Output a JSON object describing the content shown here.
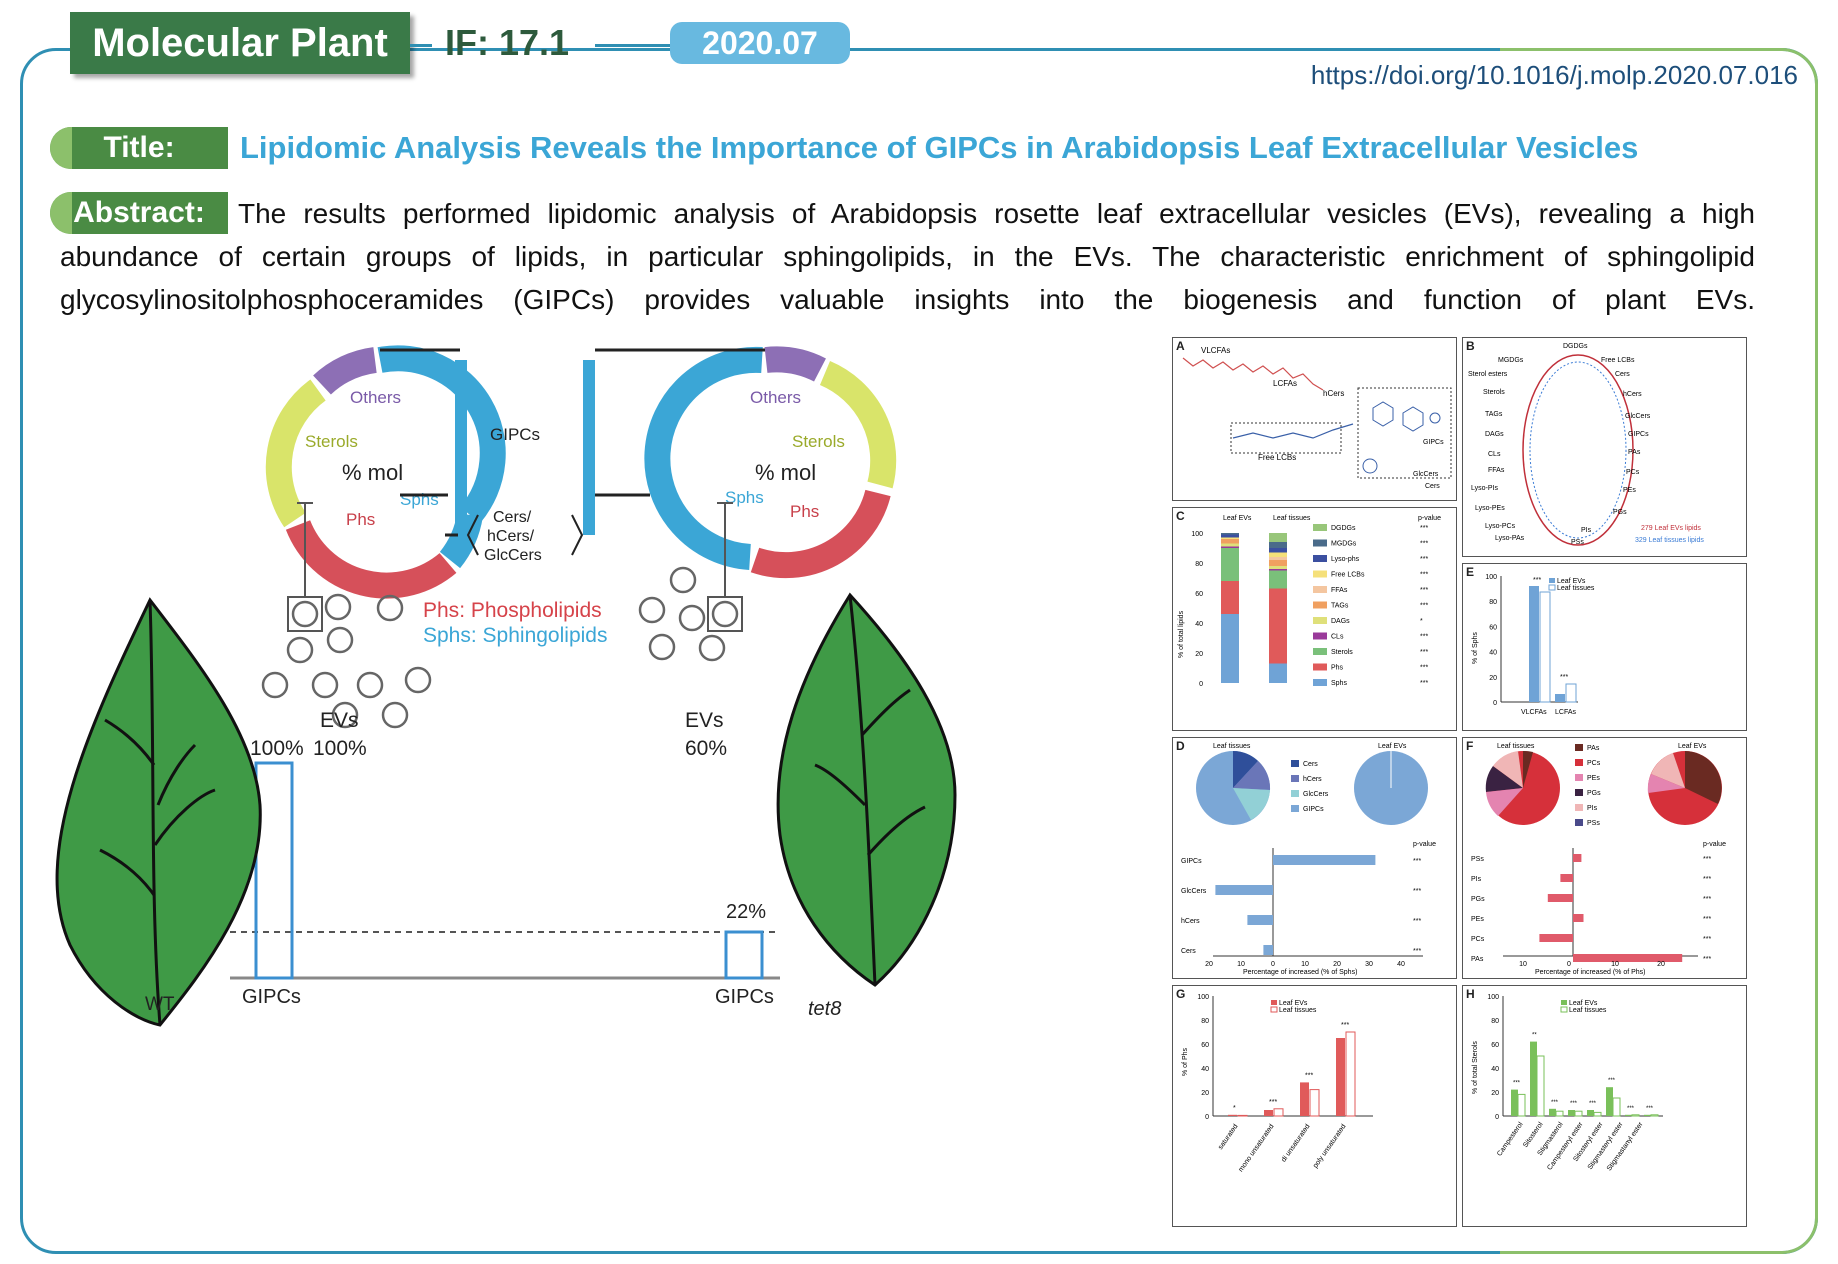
{
  "header": {
    "journal": "Molecular Plant",
    "impact_factor": "IF: 17.1",
    "date": "2020.07",
    "doi": "https://doi.org/10.1016/j.molp.2020.07.016"
  },
  "title_label": "Title:",
  "title": "Lipidomic Analysis Reveals the Importance of GIPCs in Arabidopsis Leaf Extracellular Vesicles",
  "abstract_label": "Abstract:",
  "abstract_lines": [
    "The results performed lipidomic analysis of Arabidopsis rosette leaf extracellular vesicles (EVs), revealing a high",
    "abundance of certain groups of lipids, in particular sphingolipids, in the EVs. The characteristic enrichment of sphingolipid",
    "glycosylinositolphosphoceramides (GIPCs) provides valuable insights into the biogenesis and function of plant EVs."
  ],
  "graphical_abstract": {
    "donut_left": {
      "center": "% mol",
      "segments": [
        "Others",
        "Sterols",
        "Phs",
        "Sphs"
      ]
    },
    "donut_right": {
      "center": "% mol",
      "segments": [
        "Others",
        "Sterols",
        "Phs",
        "Sphs"
      ]
    },
    "labels": {
      "gipcs": "GIPCs",
      "cers_1": "Cers/",
      "cers_2": "hCers/",
      "cers_3": "GlcCers"
    },
    "legend": [
      {
        "abbr": "Phs",
        "full": "Phospholipids",
        "color": "#d6434a"
      },
      {
        "abbr": "Sphs",
        "full": "Sphingolipids",
        "color": "#3ba6d6"
      }
    ],
    "left": {
      "evs": "EVs",
      "pct1": "100%",
      "pct2": "100%",
      "xlabel": "GIPCs",
      "plant": "WT"
    },
    "right": {
      "evs": "EVs",
      "pct": "60%",
      "bar_pct": "22%",
      "xlabel": "GIPCs",
      "plant": "tet8"
    },
    "colors": {
      "sphs": "#3ba6d6",
      "phs": "#d6505a",
      "sterols": "#d9e46a",
      "others": "#8d6fb5",
      "leaf": "#3f9a46"
    }
  },
  "panels": {
    "A": {
      "label": "A",
      "items": [
        "VLCFAs",
        "LCFAs",
        "hCers",
        "Free LCBs",
        "GIPCs",
        "GlcCers",
        "Cers"
      ]
    },
    "B": {
      "label": "B",
      "items": [
        "DGDGs",
        "MGDGs",
        "Sterol esters",
        "Sterols",
        "TAGs",
        "DAGs",
        "CLs",
        "FFAs",
        "Lyso-PIs",
        "Lyso-PEs",
        "Lyso-PCs",
        "Lyso-PAs",
        "PSs",
        "PIs",
        "PGs",
        "PEs",
        "PCs",
        "PAs",
        "GIPCs",
        "GlcCers",
        "hCers",
        "Cers",
        "Free LCBs"
      ],
      "legend1": "279 Leaf EVs lipids",
      "legend2": "329 Leaf tissues lipids"
    },
    "C": {
      "label": "C",
      "col1": "Leaf EVs",
      "col2": "Leaf tissues",
      "pvalue": "p-value",
      "ylabel": "% of total lipids",
      "yticks": [
        "100",
        "80",
        "60",
        "40",
        "20",
        "0"
      ],
      "legend": [
        "DGDGs",
        "MGDGs",
        "Lyso-phs",
        "Free LCBs",
        "FFAs",
        "TAGs",
        "DAGs",
        "CLs",
        "Sterols",
        "Phs",
        "Sphs"
      ],
      "stars": [
        "***",
        "***",
        "***",
        "***",
        "***",
        "***",
        "*",
        "***",
        "***",
        "***",
        "***"
      ]
    },
    "D": {
      "label": "D",
      "pie1": "Leaf tissues",
      "pie2": "Leaf EVs",
      "legend": [
        "Cers",
        "hCers",
        "GlcCers",
        "GIPCs"
      ],
      "pvalue": "p-value",
      "rows": [
        "GIPCs",
        "GlcCers",
        "hCers",
        "Cers"
      ],
      "stars": [
        "***",
        "***",
        "***",
        "***"
      ],
      "xticks": [
        "20",
        "10",
        "0",
        "10",
        "20",
        "30",
        "40"
      ],
      "xlabel": "Percentage of increased (% of Sphs)"
    },
    "E": {
      "label": "E",
      "ylabel": "% of Sphs",
      "yticks": [
        "100",
        "80",
        "60",
        "40",
        "20",
        "0"
      ],
      "legend": [
        "Leaf EVs",
        "Leaf tissues"
      ],
      "categories": [
        "VLCFAs",
        "LCFAs"
      ],
      "stars": [
        "***",
        "***"
      ]
    },
    "F": {
      "label": "F",
      "pie1": "Leaf tissues",
      "pie2": "Leaf EVs",
      "legend": [
        "PAs",
        "PCs",
        "PEs",
        "PGs",
        "PIs",
        "PSs"
      ],
      "pvalue": "p-value",
      "rows": [
        "PSs",
        "PIs",
        "PGs",
        "PEs",
        "PCs",
        "PAs"
      ],
      "stars": [
        "***",
        "***",
        "***",
        "***",
        "***",
        "***"
      ],
      "xticks": [
        "10",
        "0",
        "10",
        "20"
      ],
      "xlabel": "Percentage of increased (% of Phs)"
    },
    "G": {
      "label": "G",
      "ylabel": "% of Phs",
      "yticks": [
        "100",
        "80",
        "60",
        "40",
        "20",
        "0"
      ],
      "legend": [
        "Leaf EVs",
        "Leaf tissues"
      ],
      "categories": [
        "saturated",
        "mono unsaturated",
        "di unsaturated",
        "poly unsaturated"
      ],
      "stars": [
        "*",
        "***",
        "***",
        "***"
      ]
    },
    "H": {
      "label": "H",
      "ylabel": "% of total Sterols",
      "yticks": [
        "100",
        "80",
        "60",
        "40",
        "20",
        "0"
      ],
      "legend": [
        "Leaf EVs",
        "Leaf tissues"
      ],
      "categories": [
        "Campesterol",
        "Sitosterol",
        "Stigmasterol",
        "Campesteryl ester",
        "Sitosteryl ester",
        "Stigmasteryl ester",
        "Stigmastanyl ester"
      ],
      "stars": [
        "***",
        "**",
        "***",
        "***",
        "***",
        "***",
        "***",
        "***"
      ]
    }
  }
}
